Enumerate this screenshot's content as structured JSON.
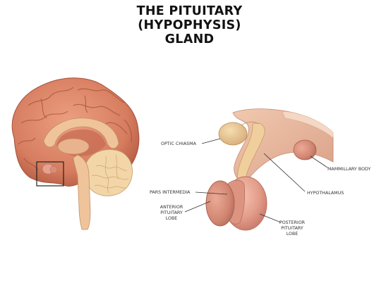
{
  "title": {
    "line1": "THE PITUITARY",
    "line2": "(HYPOPHYSIS)",
    "line3": "GLAND"
  },
  "labels": {
    "optic_chiasma": "OPTIC CHIASMA",
    "mammillary_body": "MAMMILLARY BODY",
    "hypothalamus": "HYPOTHALAMUS",
    "pars_intermedia": "PARS INTERMEDIA",
    "anterior_lobe": [
      "ANTERIOR",
      "PITUITARY",
      "LOBE"
    ],
    "posterior_lobe": [
      "POSTERIOR",
      "PITUITARY",
      "LOBE"
    ]
  },
  "colors": {
    "brain": "#d9876a",
    "brain_dark": "#b65e45",
    "gland": "#e6a28f",
    "stalk": "#efc79a",
    "cerebellum": "#f2d6a8"
  }
}
